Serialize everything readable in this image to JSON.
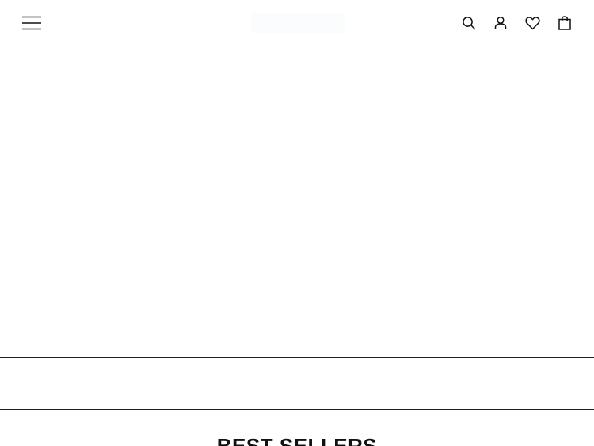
{
  "header": {
    "menu_icon": "hamburger-menu-icon",
    "logo": "",
    "actions": [
      {
        "name": "search",
        "icon": "search-icon"
      },
      {
        "name": "account",
        "icon": "user-icon"
      },
      {
        "name": "wishlist",
        "icon": "heart-icon"
      },
      {
        "name": "cart",
        "icon": "shopping-bag-icon"
      }
    ]
  },
  "sections": {
    "best_sellers_title": "BEST SELLERS"
  },
  "colors": {
    "background": "#ffffff",
    "text": "#111111",
    "divider": "#222222"
  }
}
